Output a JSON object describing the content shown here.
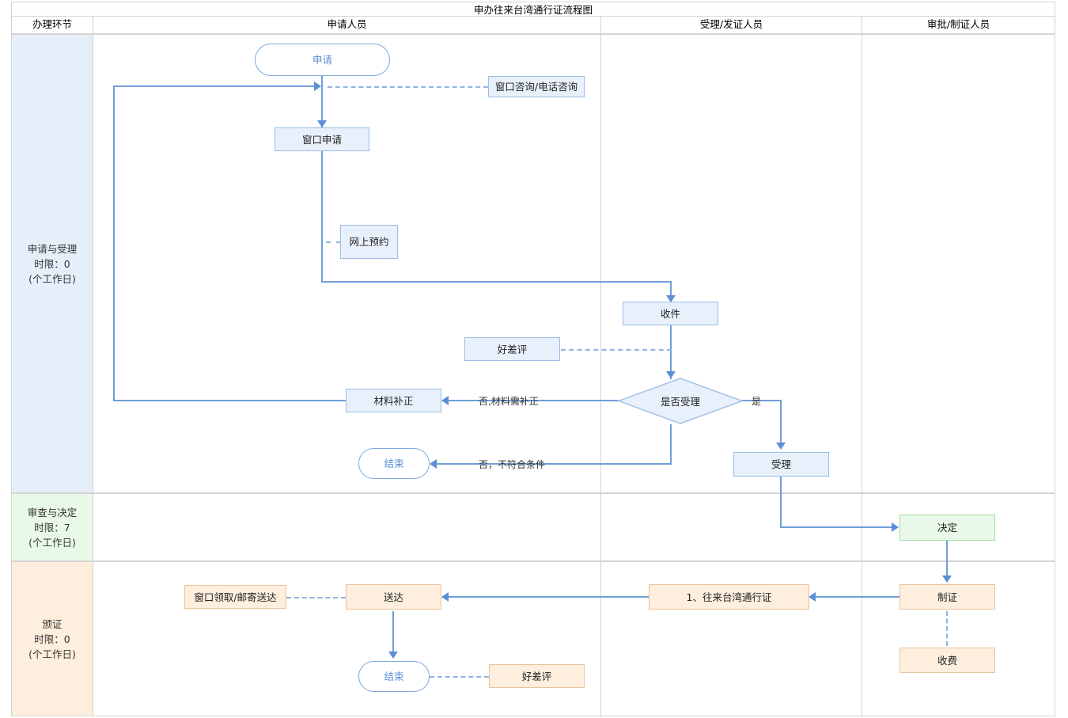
{
  "title": "申办往来台湾通行证流程图",
  "columns": [
    {
      "label": "办理环节"
    },
    {
      "label": "申请人员"
    },
    {
      "label": "受理/发证人员"
    },
    {
      "label": "审批/制证人员"
    }
  ],
  "lanes": [
    {
      "label": "申请与受理\n时限：0\n(个工作日)",
      "color": "#e6eefa"
    },
    {
      "label": "审查与决定\n时限：7\n(个工作日)",
      "color": "#e9f9e9"
    },
    {
      "label": "颁证\n时限：0\n(个工作日)",
      "color": "#fdeedd"
    }
  ],
  "nodes": {
    "apply": "申请",
    "window_consult": "窗口咨询/电话咨询",
    "window_apply": "窗口申请",
    "online_book": "网上预约",
    "receive": "收件",
    "review_good_bad": "好差评",
    "material_fix": "材料补正",
    "is_accept": "是否受理",
    "end_top": "结束",
    "accept": "受理",
    "decide": "决定",
    "make_cert": "制证",
    "fee": "收费",
    "cert_item": "1、往来台湾通行证",
    "deliver": "送达",
    "window_pickup": "窗口领取/邮寄送达",
    "end_bottom": "结束",
    "review_good_bad2": "好差评"
  },
  "edge_labels": {
    "no_material": "否,材料需补正",
    "yes": "是",
    "no_condition": "否，不符合条件"
  },
  "colors": {
    "blue_fill": "#e8f0fb",
    "blue_stroke": "#9bbde4",
    "green_fill": "#e9f9e9",
    "green_stroke": "#a9d9a9",
    "orange_fill": "#fdeedd",
    "orange_stroke": "#e9c39a",
    "connector": "#6f9fd8",
    "terminal_text": "#5b8fd4"
  }
}
